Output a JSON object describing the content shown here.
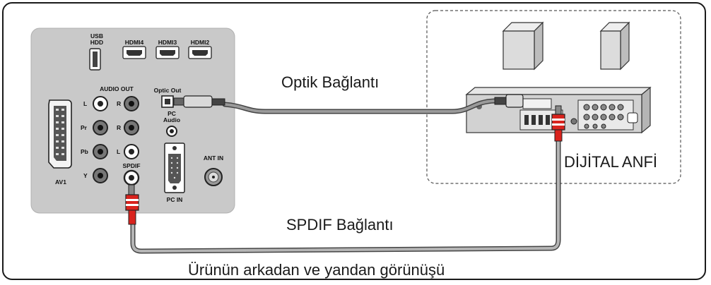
{
  "labels": {
    "optical_connection": "Optik Bağlantı",
    "spdif_connection": "SPDIF Bağlantı",
    "digital_amp": "DİJİTAL ANFİ",
    "caption": "Ürünün arkadan ve yandan görünüşü"
  },
  "panel": {
    "usb_hdd": "USB\nHDD",
    "hdmi4": "HDMI4",
    "hdmi3": "HDMI3",
    "hdmi2": "HDMI2",
    "audio_out": "AUDIO OUT",
    "l1": "L",
    "r1": "R",
    "pr": "Pr",
    "r2": "R",
    "pb": "Pb",
    "l2": "L",
    "y": "Y",
    "spdif": "SPDIF",
    "optic_out": "Optic Out",
    "pc_audio": "PC\nAudio",
    "av1": "AV1",
    "pc_in": "PC IN",
    "ant_in": "ANT IN"
  },
  "colors": {
    "panel": "#c9c9c9",
    "cable": "#8c8c8c",
    "rca_red": "#d9231d"
  }
}
